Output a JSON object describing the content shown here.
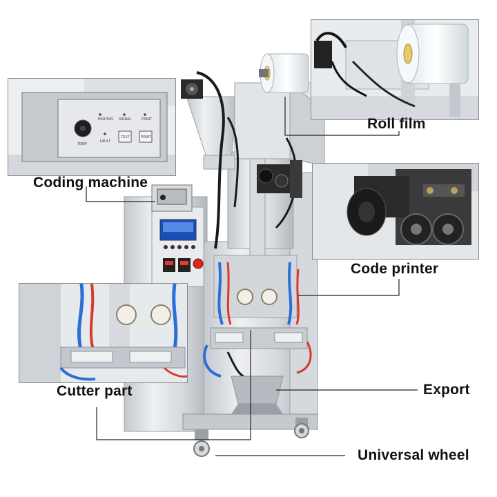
{
  "labels": {
    "roll_film": "Roll film",
    "coding_machine": "Coding machine",
    "code_printer": "Code printer",
    "cutter_part": "Cutter part",
    "export": "Export",
    "universal_wheel": "Universal wheel"
  },
  "coding_panel": {
    "heating": "HEATING",
    "signal": "SIGNAL",
    "print": "PRINT",
    "temp": "TEMP",
    "fault": "FAULT",
    "test": "TEST"
  },
  "colors": {
    "steel_light": "#e6e8eb",
    "steel_mid": "#c9cdd2",
    "steel_dark": "#8d939a",
    "hose_blue": "#2a6fd6",
    "hose_red": "#d83a2a",
    "leader_line": "#222222",
    "emergency_red": "#d8281f",
    "display_blue": "#1a4fb8"
  }
}
